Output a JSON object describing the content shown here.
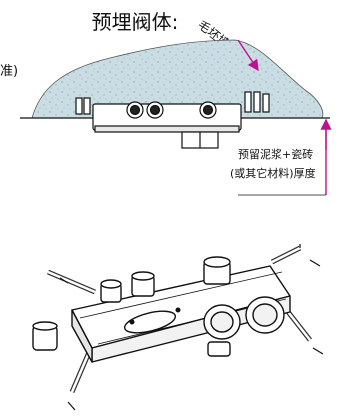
{
  "title": "预埋阀体:",
  "labels": {
    "wall": "毛坯墙体",
    "left_edge": "准)",
    "mortar_line1": "预留泥浆+瓷砖",
    "mortar_line2": "(或其它材料)厚度"
  },
  "colors": {
    "wall_fill": "#c9dde2",
    "speckle": "#7fa8b6",
    "arrow": "#c01090",
    "line": "#111111"
  }
}
